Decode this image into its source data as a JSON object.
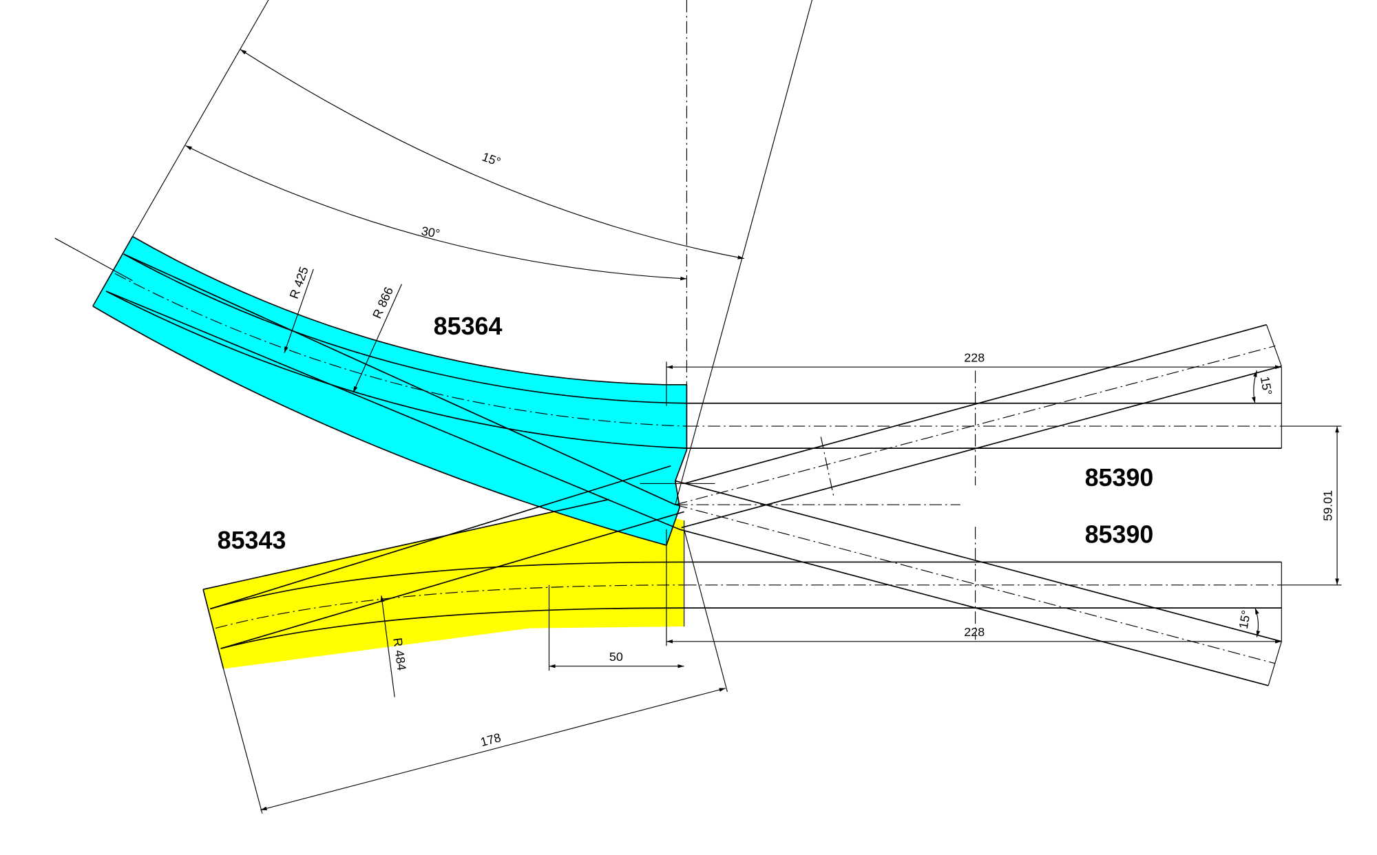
{
  "parts": {
    "curve_large": "85364",
    "curve_small": "85343",
    "crossing_upper": "85390",
    "crossing_lower": "85390"
  },
  "dimensions": {
    "angle_outer": "15°",
    "angle_inner": "30°",
    "radius_1": "R 425",
    "radius_2": "R 866",
    "radius_3": "R 484",
    "length_top": "228",
    "length_bottom": "228",
    "offset": "59.01",
    "straight_len": "50",
    "overall_len": "178",
    "angle_right_top": "15°",
    "angle_right_bottom": "15°"
  },
  "colors": {
    "cyan": "#00ffff",
    "yellow": "#ffff00"
  }
}
